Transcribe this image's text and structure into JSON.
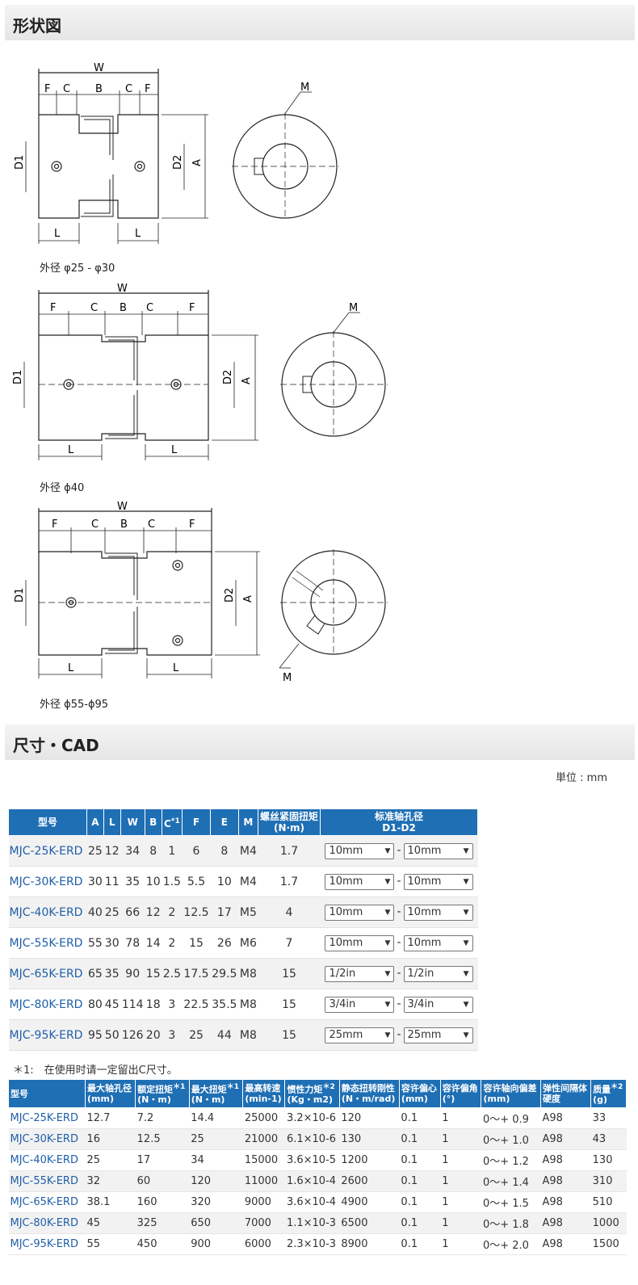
{
  "sections": {
    "shape": "形状図",
    "size": "尺寸・CAD"
  },
  "diagrams": [
    {
      "caption": "外径 φ25 - φ30",
      "labels": {
        "w": "W",
        "f": "F",
        "c": "C",
        "b": "B",
        "a": "A",
        "l": "L",
        "d1": "D1",
        "d2": "D2",
        "m": "M"
      }
    },
    {
      "caption": "外径 ϕ40",
      "labels": {
        "w": "W",
        "f": "F",
        "c": "C",
        "b": "B",
        "a": "A",
        "l": "L",
        "d1": "D1",
        "d2": "D2",
        "m": "M"
      }
    },
    {
      "caption": "外径 ϕ55-ϕ95",
      "labels": {
        "w": "W",
        "f": "F",
        "c": "C",
        "b": "B",
        "a": "A",
        "l": "L",
        "d1": "D1",
        "d2": "D2",
        "m": "M"
      }
    }
  ],
  "unit": "単位 : mm",
  "table1": {
    "headers": [
      "型号",
      "A",
      "L",
      "W",
      "B",
      "C",
      "F",
      "E",
      "M",
      "螺丝紧固扭矩",
      "(N·m)",
      "标准轴孔径",
      "D1-D2"
    ],
    "note_marker": "*1",
    "rows": [
      {
        "model": "MJC-25K-ERD",
        "a": "25",
        "l": "12",
        "w": "34",
        "b": "8",
        "c": "1",
        "f": "6",
        "e": "8",
        "m": "M4",
        "torque": "1.7",
        "d1": "10mm",
        "d2": "10mm"
      },
      {
        "model": "MJC-30K-ERD",
        "a": "30",
        "l": "11",
        "w": "35",
        "b": "10",
        "c": "1.5",
        "f": "5.5",
        "e": "10",
        "m": "M4",
        "torque": "1.7",
        "d1": "10mm",
        "d2": "10mm"
      },
      {
        "model": "MJC-40K-ERD",
        "a": "40",
        "l": "25",
        "w": "66",
        "b": "12",
        "c": "2",
        "f": "12.5",
        "e": "17",
        "m": "M5",
        "torque": "4",
        "d1": "10mm",
        "d2": "10mm"
      },
      {
        "model": "MJC-55K-ERD",
        "a": "55",
        "l": "30",
        "w": "78",
        "b": "14",
        "c": "2",
        "f": "15",
        "e": "26",
        "m": "M6",
        "torque": "7",
        "d1": "10mm",
        "d2": "10mm"
      },
      {
        "model": "MJC-65K-ERD",
        "a": "65",
        "l": "35",
        "w": "90",
        "b": "15",
        "c": "2.5",
        "f": "17.5",
        "e": "29.5",
        "m": "M8",
        "torque": "15",
        "d1": "1/2in",
        "d2": "1/2in"
      },
      {
        "model": "MJC-80K-ERD",
        "a": "80",
        "l": "45",
        "w": "114",
        "b": "18",
        "c": "3",
        "f": "22.5",
        "e": "35.5",
        "m": "M8",
        "torque": "15",
        "d1": "3/4in",
        "d2": "3/4in"
      },
      {
        "model": "MJC-95K-ERD",
        "a": "95",
        "l": "50",
        "w": "126",
        "b": "20",
        "c": "3",
        "f": "25",
        "e": "44",
        "m": "M8",
        "torque": "15",
        "d1": "25mm",
        "d2": "25mm"
      }
    ]
  },
  "note": "＊1:　在使用时请一定留出C尺寸。",
  "table2": {
    "headers": [
      {
        "l1": "型号",
        "l2": ""
      },
      {
        "l1": "最大轴孔径",
        "l2": "(mm)"
      },
      {
        "l1": "额定扭矩",
        "sup": "＊1",
        "l2": "(N・m)"
      },
      {
        "l1": "最大扭矩",
        "sup": "＊1",
        "l2": "(N・m)"
      },
      {
        "l1": "最高转速",
        "l2": "(min-1)"
      },
      {
        "l1": "惯性力矩",
        "sup": "＊2",
        "l2": "(Kg・m2)"
      },
      {
        "l1": "静态扭转刚性",
        "l2": "(N・m/rad)"
      },
      {
        "l1": "容许偏心",
        "l2": "(mm)"
      },
      {
        "l1": "容许偏角",
        "l2": "(°)"
      },
      {
        "l1": "容许轴向偏差",
        "l2": "(mm)"
      },
      {
        "l1": "弹性间隔体",
        "l2": "硬度"
      },
      {
        "l1": "质量",
        "sup": "＊2",
        "l2": "(g)"
      }
    ],
    "rows": [
      [
        "MJC-25K-ERD",
        "12.7",
        "7.2",
        "14.4",
        "25000",
        "3.2×10-6",
        "120",
        "0.1",
        "1",
        "0～+ 0.9",
        "A98",
        "33"
      ],
      [
        "MJC-30K-ERD",
        "16",
        "12.5",
        "25",
        "21000",
        "6.1×10-6",
        "130",
        "0.1",
        "1",
        "0～+ 1.0",
        "A98",
        "43"
      ],
      [
        "MJC-40K-ERD",
        "25",
        "17",
        "34",
        "15000",
        "3.6×10-5",
        "1200",
        "0.1",
        "1",
        "0～+ 1.2",
        "A98",
        "130"
      ],
      [
        "MJC-55K-ERD",
        "32",
        "60",
        "120",
        "11000",
        "1.6×10-4",
        "2600",
        "0.1",
        "1",
        "0～+ 1.4",
        "A98",
        "310"
      ],
      [
        "MJC-65K-ERD",
        "38.1",
        "160",
        "320",
        "9000",
        "3.6×10-4",
        "4900",
        "0.1",
        "1",
        "0～+ 1.5",
        "A98",
        "510"
      ],
      [
        "MJC-80K-ERD",
        "45",
        "325",
        "650",
        "7000",
        "1.1×10-3",
        "6500",
        "0.1",
        "1",
        "0～+ 1.8",
        "A98",
        "1000"
      ],
      [
        "MJC-95K-ERD",
        "55",
        "450",
        "900",
        "6000",
        "2.3×10-3",
        "8900",
        "0.1",
        "1",
        "0～+ 2.0",
        "A98",
        "1500"
      ]
    ]
  }
}
